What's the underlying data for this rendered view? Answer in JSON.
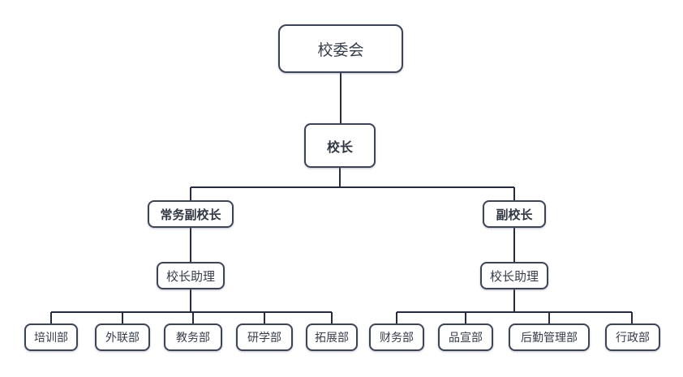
{
  "diagram": {
    "type": "org-chart",
    "background_color": "#ffffff",
    "line_color": "#262b3d",
    "node_border_color": "#3d4456",
    "text_color": "#363c49",
    "nodes": [
      {
        "id": "committee",
        "label": "校委会",
        "level": 1,
        "bold": false
      },
      {
        "id": "principal",
        "label": "校长",
        "level": 2,
        "bold": true
      },
      {
        "id": "exec-vp",
        "label": "常务副校长",
        "level": 3,
        "bold": true
      },
      {
        "id": "vp",
        "label": "副校长",
        "level": 3,
        "bold": true
      },
      {
        "id": "assistant-left",
        "label": "校长助理",
        "level": 4,
        "bold": false
      },
      {
        "id": "assistant-right",
        "label": "校长助理",
        "level": 4,
        "bold": false
      },
      {
        "id": "dept-training",
        "label": "培训部",
        "level": 5,
        "bold": false
      },
      {
        "id": "dept-external",
        "label": "外联部",
        "level": 5,
        "bold": false
      },
      {
        "id": "dept-academic",
        "label": "教务部",
        "level": 5,
        "bold": false
      },
      {
        "id": "dept-research",
        "label": "研学部",
        "level": 5,
        "bold": false
      },
      {
        "id": "dept-expansion",
        "label": "拓展部",
        "level": 5,
        "bold": false
      },
      {
        "id": "dept-finance",
        "label": "财务部",
        "level": 5,
        "bold": false
      },
      {
        "id": "dept-branding",
        "label": "品宣部",
        "level": 5,
        "bold": false
      },
      {
        "id": "dept-logistics",
        "label": "后勤管理部",
        "level": 5,
        "bold": false
      },
      {
        "id": "dept-admin",
        "label": "行政部",
        "level": 5,
        "bold": false
      }
    ],
    "edges": [
      {
        "from": "committee",
        "to": "principal"
      },
      {
        "from": "principal",
        "to": "exec-vp"
      },
      {
        "from": "principal",
        "to": "vp"
      },
      {
        "from": "exec-vp",
        "to": "assistant-left"
      },
      {
        "from": "vp",
        "to": "assistant-right"
      },
      {
        "from": "assistant-left",
        "to": "dept-training"
      },
      {
        "from": "assistant-left",
        "to": "dept-external"
      },
      {
        "from": "assistant-left",
        "to": "dept-academic"
      },
      {
        "from": "assistant-left",
        "to": "dept-research"
      },
      {
        "from": "assistant-left",
        "to": "dept-expansion"
      },
      {
        "from": "assistant-right",
        "to": "dept-finance"
      },
      {
        "from": "assistant-right",
        "to": "dept-branding"
      },
      {
        "from": "assistant-right",
        "to": "dept-logistics"
      },
      {
        "from": "assistant-right",
        "to": "dept-admin"
      }
    ]
  }
}
